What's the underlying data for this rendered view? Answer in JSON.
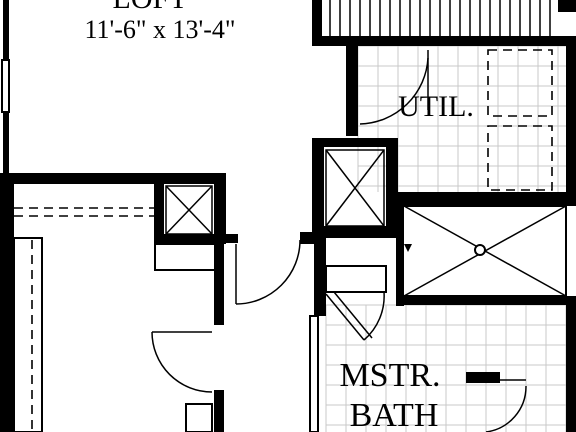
{
  "rooms": {
    "loft_dims": "11'-6\" x 13'-4\"",
    "utility": "UTIL.",
    "master_bath_line1": "MSTR.",
    "master_bath_line2": "BATH"
  },
  "colors": {
    "wall": "#000000",
    "tile": "#c8c8c8",
    "background": "#ffffff"
  }
}
